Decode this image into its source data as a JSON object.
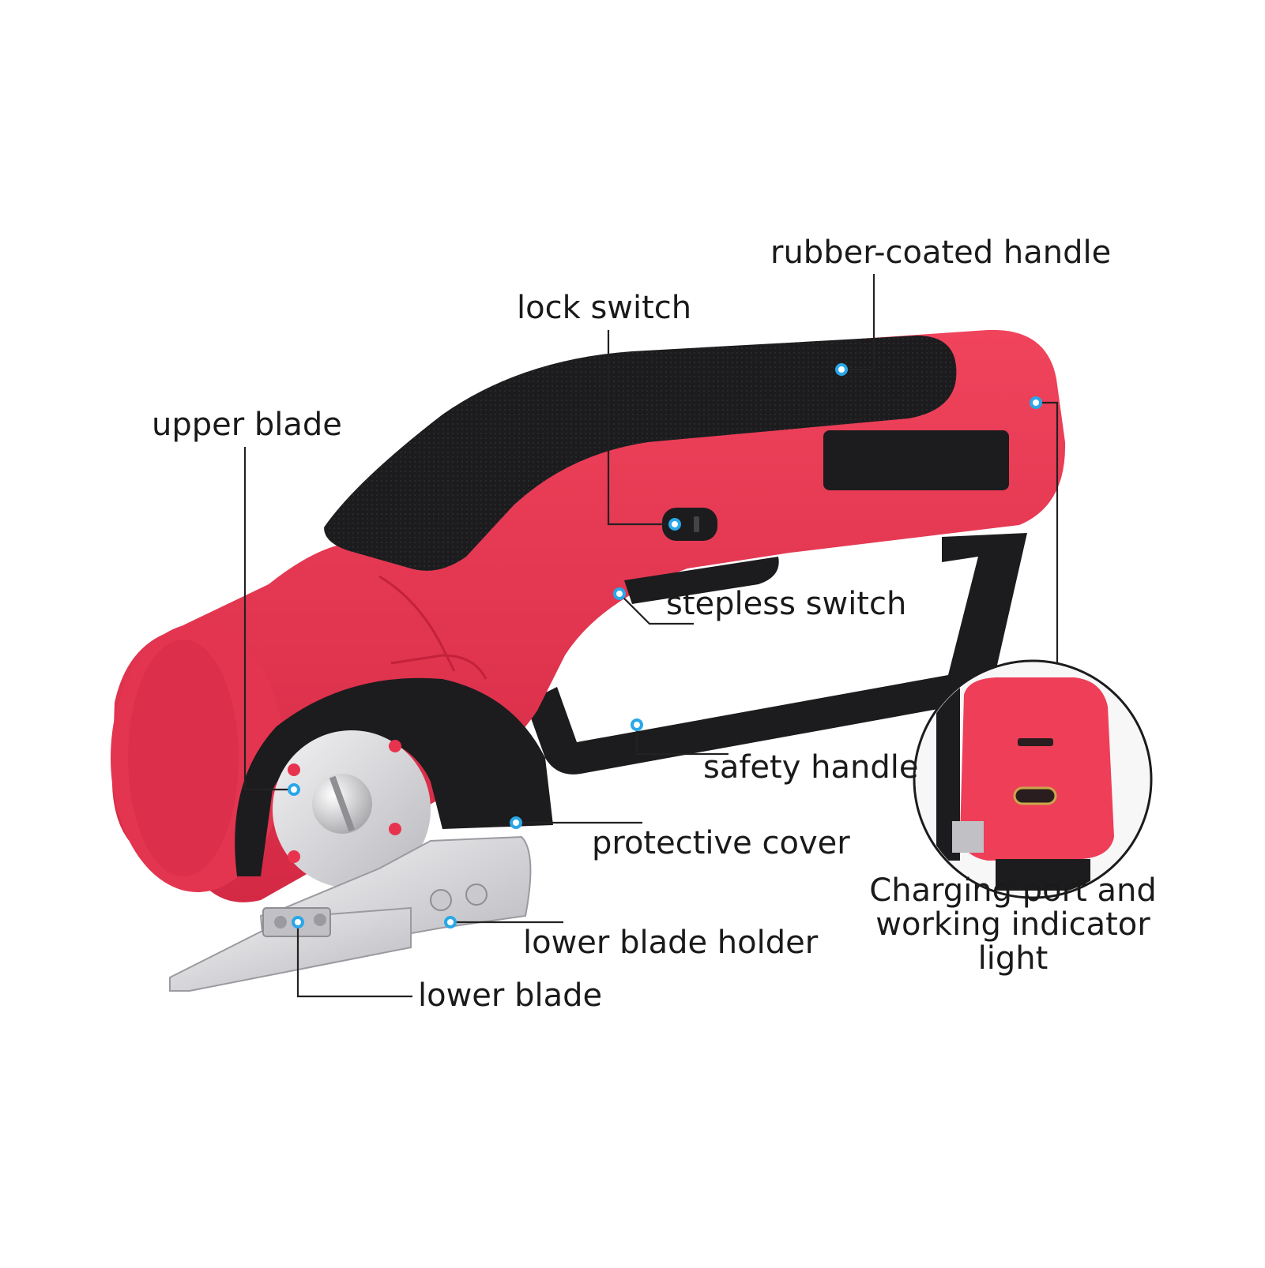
{
  "diagram": {
    "callouts": [
      {
        "id": "rubber-coated-handle",
        "label": "rubber-coated handle"
      },
      {
        "id": "lock-switch",
        "label": "lock switch"
      },
      {
        "id": "upper-blade",
        "label": "upper blade"
      },
      {
        "id": "stepless-switch",
        "label": "stepless switch"
      },
      {
        "id": "safety-handle",
        "label": "safety handle"
      },
      {
        "id": "protective-cover",
        "label": "protective cover"
      },
      {
        "id": "lower-blade-holder",
        "label": "lower blade holder"
      },
      {
        "id": "lower-blade",
        "label": "lower blade"
      },
      {
        "id": "charging-port",
        "label": "Charging port and\nworking indicator light"
      }
    ],
    "colors": {
      "body_red": "#e8334f",
      "body_red_dark": "#c4213c",
      "grip_black": "#1c1c1e",
      "metal": "#d8d8dc",
      "callout_dot": "#2aa7e8",
      "leader_line": "#222222"
    }
  }
}
